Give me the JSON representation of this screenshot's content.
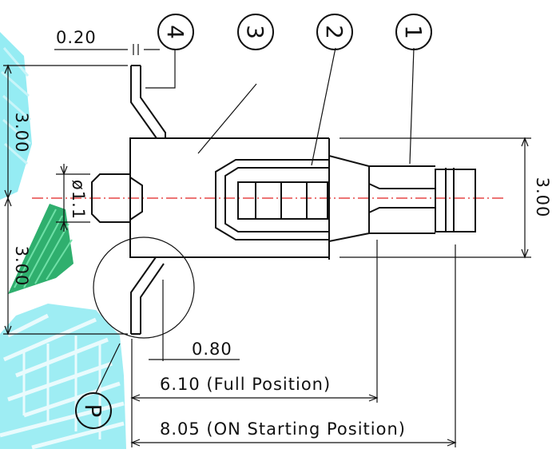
{
  "balloons": [
    "4",
    "3",
    "2",
    "1",
    "P"
  ],
  "dimensions": {
    "gap_top": "0.20",
    "pitch_upper": "3.00",
    "pitch_lower": "3.00",
    "pin_diameter": "ø1.1",
    "height_right": "3.00",
    "lead_width": "0.80",
    "full_position": "6.10 (Full Position)",
    "on_starting_position": "8.05 (ON Starting Position)"
  },
  "colors": {
    "line": "#111111",
    "centerline": "#e02020",
    "cyan_scribble": "#2fd8e6",
    "green_scribble": "#18a65e"
  }
}
